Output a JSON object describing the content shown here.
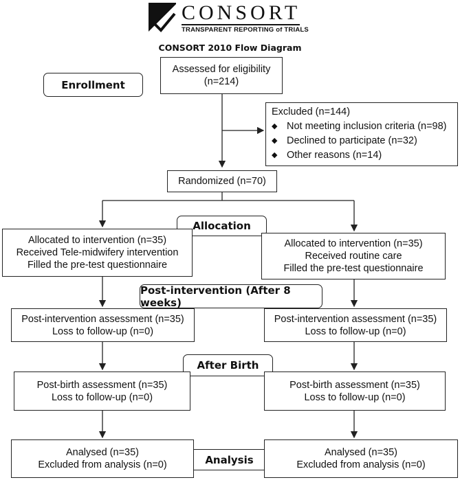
{
  "header": {
    "logo_main": "CONSORT",
    "logo_sub": "TRANSPARENT REPORTING of TRIALS",
    "diagram_title": "CONSORT 2010 Flow Diagram"
  },
  "stages": {
    "enrollment": "Enrollment",
    "allocation": "Allocation",
    "post_intervention": "Post-intervention (After 8 weeks)",
    "after_birth": "After Birth",
    "analysis": "Analysis"
  },
  "assessed": {
    "line1": "Assessed for eligibility",
    "line2": "(n=214)"
  },
  "excluded": {
    "title": "Excluded (n=144)",
    "reasons": [
      "Not meeting inclusion criteria (n=98)",
      "Declined to participate (n=32)",
      "Other reasons (n=14)"
    ]
  },
  "randomized": "Randomized (n=70)",
  "left": {
    "allocation": [
      "Allocated to intervention (n=35)",
      "Received Tele-midwifery intervention",
      "Filled the pre-test questionnaire"
    ],
    "post": [
      "Post-intervention assessment (n=35)",
      "Loss to follow-up (n=0)"
    ],
    "birth": [
      "Post-birth assessment (n=35)",
      "Loss to follow-up (n=0)"
    ],
    "analysis": [
      "Analysed (n=35)",
      "Excluded from analysis (n=0)"
    ]
  },
  "right": {
    "allocation": [
      "Allocated to intervention (n=35)",
      "Received routine care",
      "Filled the pre-test questionnaire"
    ],
    "post": [
      "Post-intervention assessment (n=35)",
      "Loss to follow-up (n=0)"
    ],
    "birth": [
      "Post-birth assessment (n=35)",
      "Loss to follow-up (n=0)"
    ],
    "analysis": [
      "Analysed (n=35)",
      "Excluded from analysis (n=0)"
    ]
  }
}
